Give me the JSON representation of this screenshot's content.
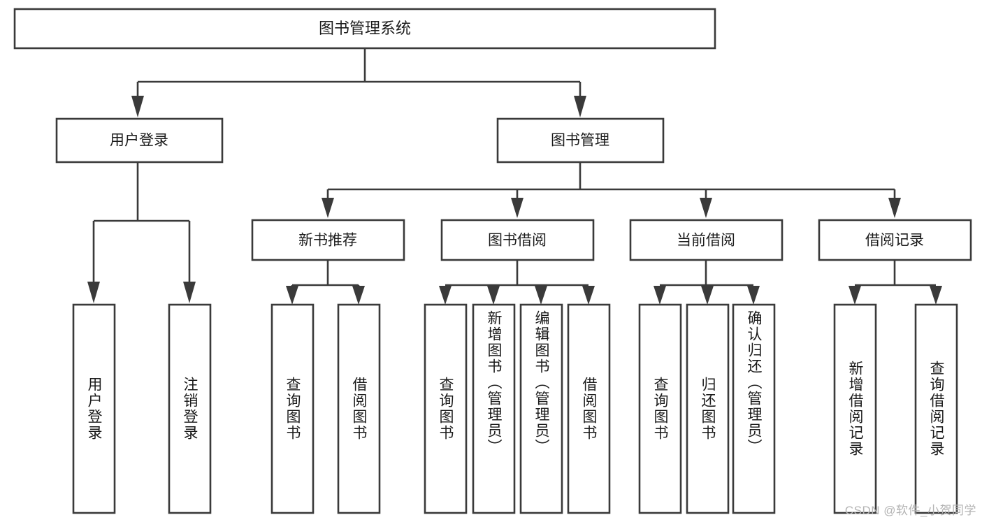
{
  "diagram": {
    "type": "tree-hierarchy-chart",
    "title_node": {
      "id": "root",
      "label": "图书管理系统"
    },
    "level2": [
      {
        "id": "user-login",
        "label": "用户登录"
      },
      {
        "id": "book-management",
        "label": "图书管理"
      }
    ],
    "level3": [
      {
        "id": "new-book-recommend",
        "label": "新书推荐",
        "parent": "book-management"
      },
      {
        "id": "book-borrow",
        "label": "图书借阅",
        "parent": "book-management"
      },
      {
        "id": "current-borrow",
        "label": "当前借阅",
        "parent": "book-management"
      },
      {
        "id": "borrow-record",
        "label": "借阅记录",
        "parent": "book-management"
      }
    ],
    "leaves": {
      "user_login": [
        {
          "id": "leaf-user-login",
          "label": "用户登录"
        },
        {
          "id": "leaf-user-logout",
          "label": "注销登录"
        }
      ],
      "new_book_recommend": [
        {
          "id": "leaf-query-book-1",
          "label": "查询图书"
        },
        {
          "id": "leaf-borrow-book-1",
          "label": "借阅图书"
        }
      ],
      "book_borrow": [
        {
          "id": "leaf-query-book-2",
          "label": "查询图书"
        },
        {
          "id": "leaf-add-book",
          "label": "新增图书（管理员）"
        },
        {
          "id": "leaf-edit-book",
          "label": "编辑图书（管理员）"
        },
        {
          "id": "leaf-borrow-book-2",
          "label": "借阅图书"
        }
      ],
      "current_borrow": [
        {
          "id": "leaf-query-book-3",
          "label": "查询图书"
        },
        {
          "id": "leaf-return-book",
          "label": "归还图书"
        },
        {
          "id": "leaf-confirm-return",
          "label": "确认归还（管理员）"
        }
      ],
      "borrow_record": [
        {
          "id": "leaf-add-record",
          "label": "新增借阅记录"
        },
        {
          "id": "leaf-query-record",
          "label": "查询借阅记录"
        }
      ]
    }
  },
  "watermark": {
    "text": "CSDN @软件_小贺同学"
  },
  "colors": {
    "stroke": "#3a3a3a",
    "box_fill": "#ffffff",
    "text": "#1b1b1b",
    "watermark": "#b4b4b4",
    "background": "#ffffff"
  }
}
